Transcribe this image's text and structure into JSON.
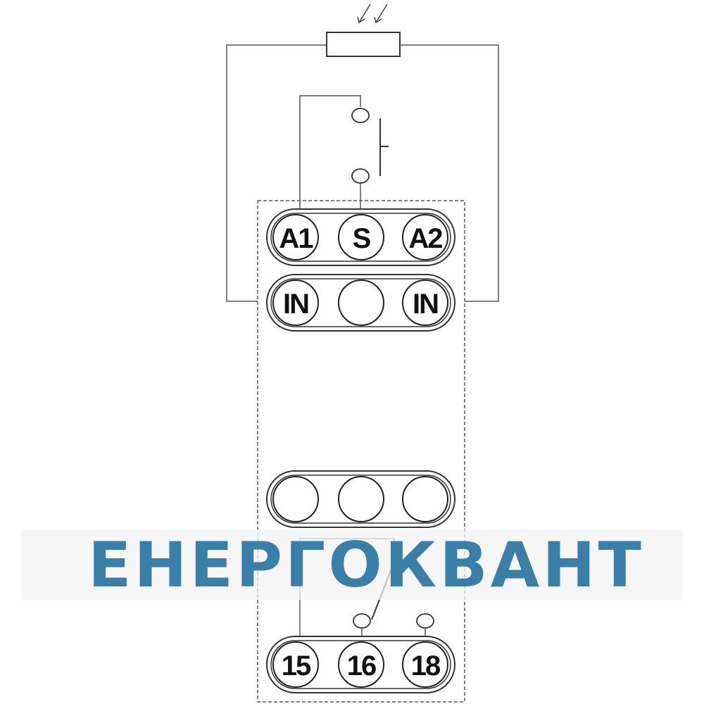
{
  "diagram": {
    "line_color": "#555555",
    "terminal_rows": [
      {
        "name": "top-row",
        "labels": [
          "A1",
          "S",
          "A2"
        ]
      },
      {
        "name": "input-row",
        "labels": [
          "IN",
          "",
          "IN"
        ]
      },
      {
        "name": "blank-row",
        "labels": [
          "",
          "",
          ""
        ]
      },
      {
        "name": "output-row",
        "labels": [
          "15",
          "16",
          "18"
        ]
      }
    ]
  },
  "watermark": {
    "text": "ЕНЕРГОКВАНТ",
    "color": "#3a7fa8",
    "band_color": "#f3f3f3"
  }
}
